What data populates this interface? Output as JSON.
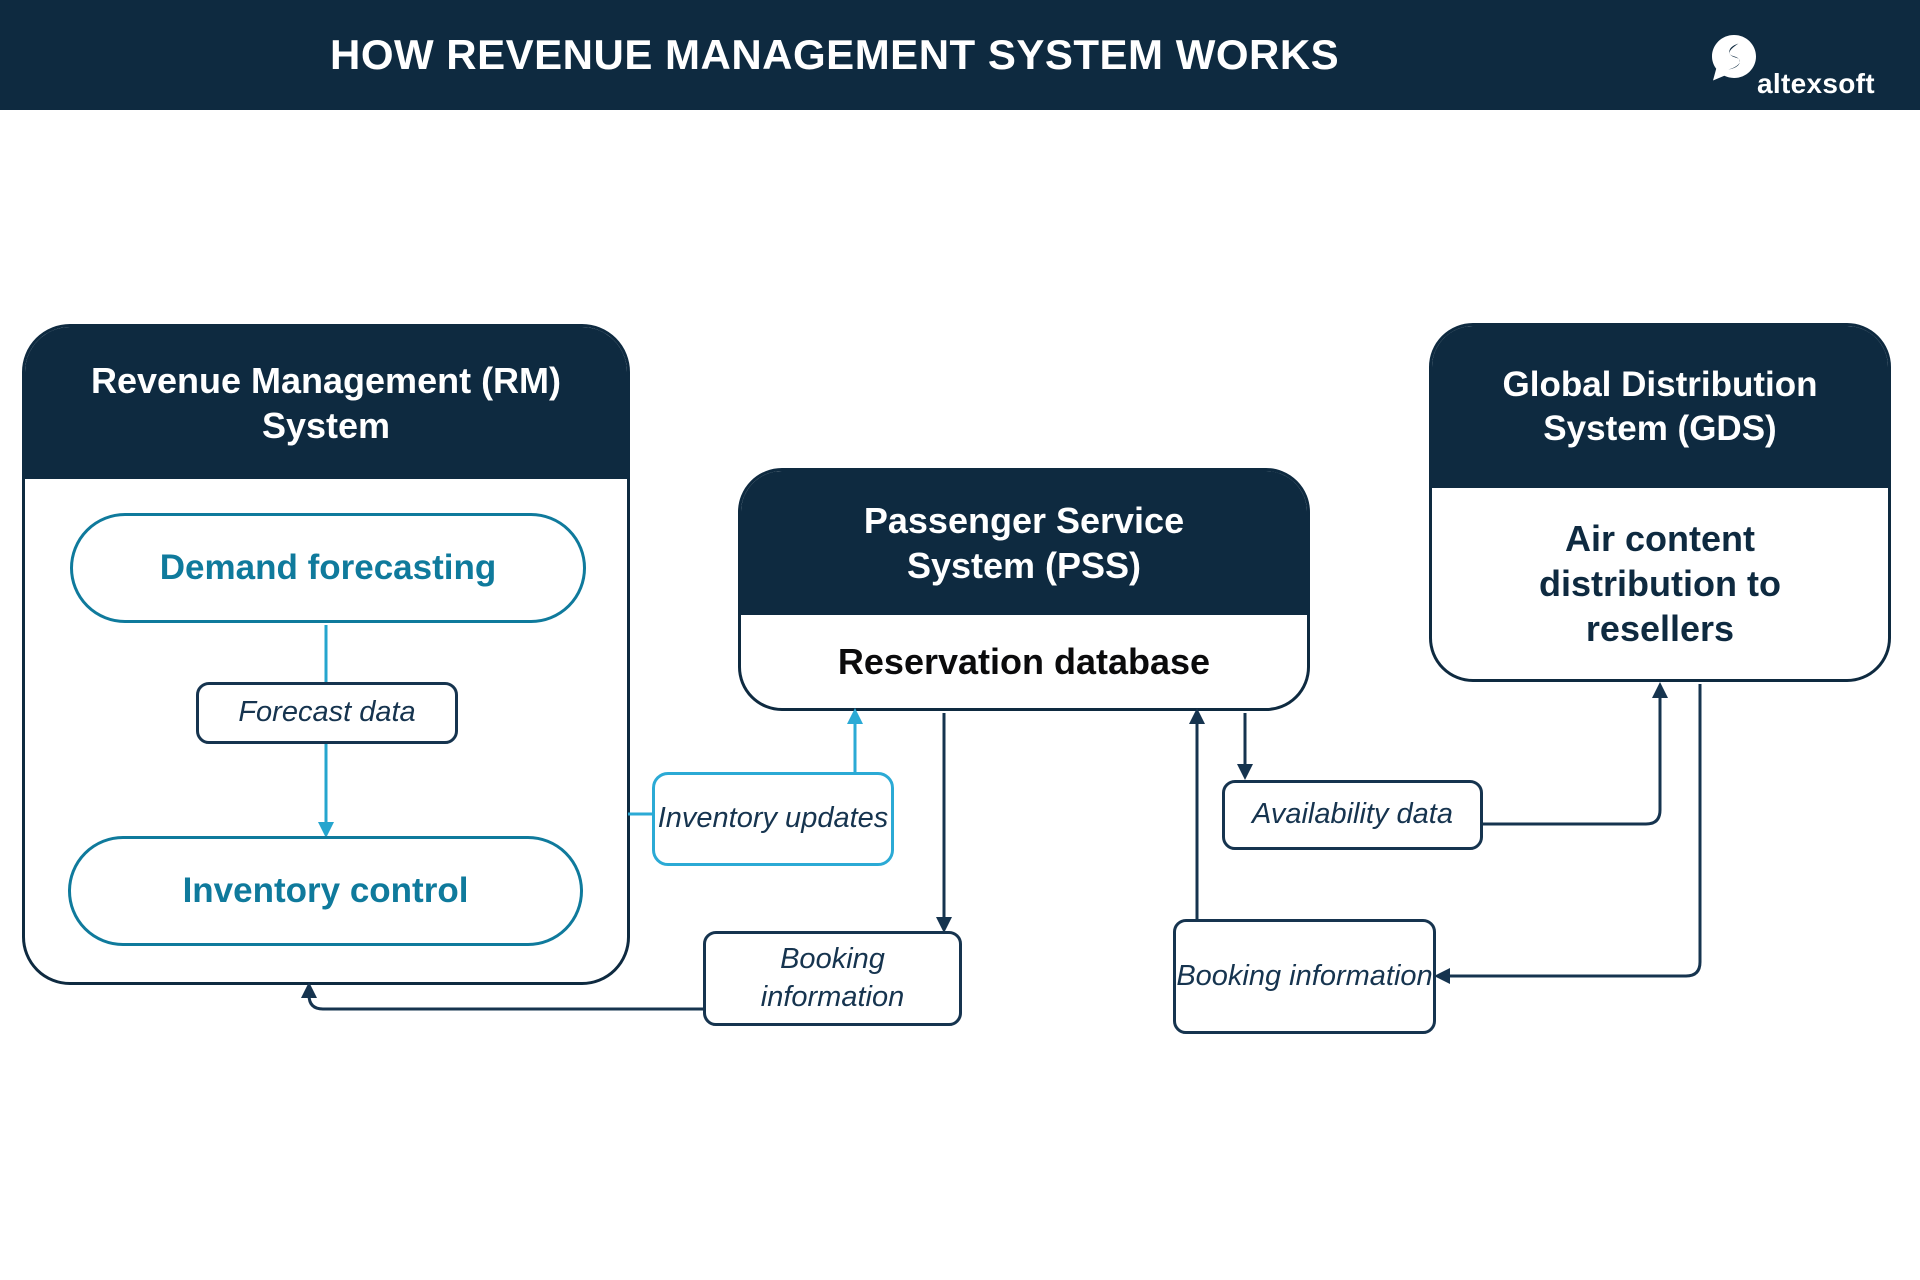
{
  "header": {
    "title": "HOW REVENUE MANAGEMENT SYSTEM WORKS",
    "brand": "altexsoft"
  },
  "boxes": {
    "rm": {
      "title": "Revenue Management (RM) System",
      "demand_label": "Demand forecasting",
      "inventory_label": "Inventory control"
    },
    "pss": {
      "title": "Passenger Service System (PSS)",
      "database_label": "Reservation database"
    },
    "gds": {
      "title": "Global Distribution System (GDS)",
      "body": "Air content distribution to resellers"
    }
  },
  "connector_labels": {
    "forecast_data": "Forecast data",
    "inventory_updates": "Inventory updates",
    "booking_information_left": "Booking information",
    "availability_data": "Availability data",
    "booking_information_right": "Booking information"
  },
  "flows": [
    {
      "from": "Demand forecasting",
      "to": "Inventory control",
      "label": "Forecast data"
    },
    {
      "from": "RM System",
      "to": "Reservation database (PSS)",
      "label": "Inventory updates"
    },
    {
      "from": "PSS",
      "to": "RM System",
      "label": "Booking information"
    },
    {
      "from": "PSS",
      "to": "GDS",
      "label": "Availability data"
    },
    {
      "from": "GDS",
      "to": "PSS",
      "label": "Booking information"
    }
  ],
  "colors": {
    "navy": "#0E2A40",
    "line_navy": "#16344F",
    "teal": "#0F7A9C",
    "cyan_arrow": "#25A5CE",
    "cyan_border": "#2BAAD5",
    "reservation_text": "#0B0B0C",
    "background": "#FFFFFF"
  }
}
